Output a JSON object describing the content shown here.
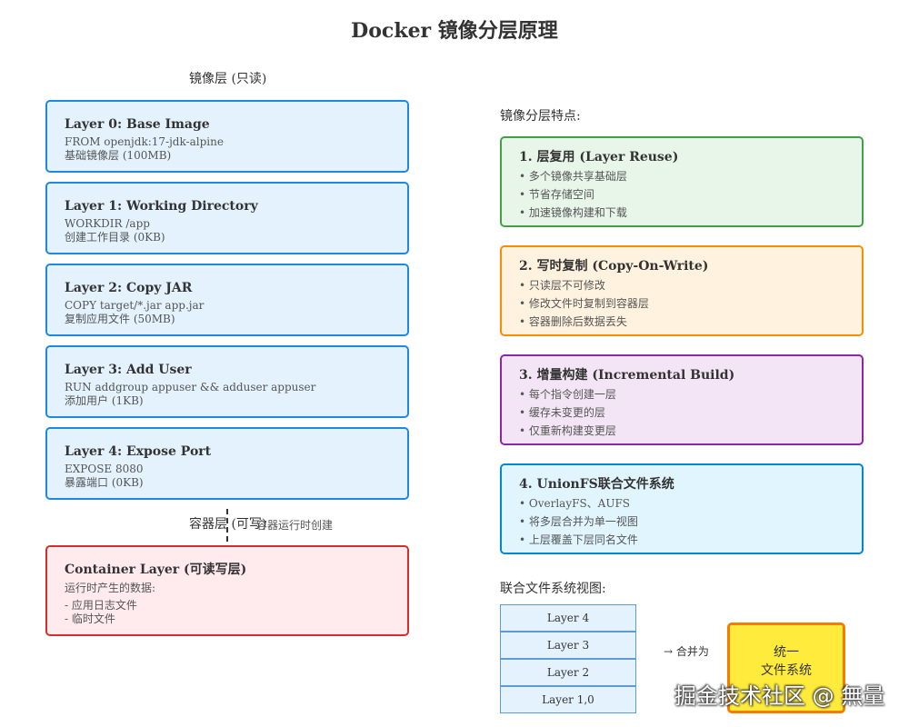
{
  "title": "Docker 镜像分层原理",
  "image_layers_label": "镜像层 (只读)",
  "layers": [
    {
      "title": "Layer 0: Base Image",
      "command": "FROM openjdk:17-jdk-alpine",
      "desc": "基础镜像层 (100MB)"
    },
    {
      "title": "Layer 1: Working Directory",
      "command": "WORKDIR /app",
      "desc": "创建工作目录 (0KB)"
    },
    {
      "title": "Layer 2: Copy JAR",
      "command": "COPY target/*.jar app.jar",
      "desc": "复制应用文件 (50MB)"
    },
    {
      "title": "Layer 3: Add User",
      "command": "RUN addgroup appuser && adduser appuser",
      "desc": "添加用户 (1KB)"
    },
    {
      "title": "Layer 4: Expose Port",
      "command": "EXPOSE 8080",
      "desc": "暴露端口 (0KB)"
    }
  ],
  "container_layer_label": "容器层 (可写)",
  "runtime_note": "容器运行时创建",
  "container_layer": {
    "title": "Container Layer (可读写层)",
    "lines": [
      "运行时产生的数据:",
      "- 应用日志文件",
      "- 临时文件"
    ]
  },
  "features_label": "镜像分层特点:",
  "features": [
    {
      "title": "1. 层复用 (Layer Reuse)",
      "bullets": [
        "• 多个镜像共享基础层",
        "• 节省存储空间",
        "• 加速镜像构建和下载"
      ],
      "bg": "#e8f5e9",
      "border": "#43a047"
    },
    {
      "title": "2. 写时复制 (Copy-On-Write)",
      "bullets": [
        "• 只读层不可修改",
        "• 修改文件时复制到容器层",
        "• 容器删除后数据丢失"
      ],
      "bg": "#fff3e0",
      "border": "#fb8c00"
    },
    {
      "title": "3. 增量构建 (Incremental Build)",
      "bullets": [
        "• 每个指令创建一层",
        "• 缓存未变更的层",
        "• 仅重新构建变更层"
      ],
      "bg": "#f3e5f5",
      "border": "#8e24aa"
    },
    {
      "title": "4. UnionFS联合文件系统",
      "bullets": [
        "• OverlayFS、AUFS",
        "• 将多层合并为单一视图",
        "• 上层覆盖下层同名文件"
      ],
      "bg": "#e1f5fe",
      "border": "#0288d1"
    }
  ],
  "unionfs_label": "联合文件系统视图:",
  "stack": [
    "Layer 4",
    "Layer 3",
    "Layer 2",
    "Layer 1,0"
  ],
  "merge_label": "→ 合并为",
  "unified": [
    "统一",
    "文件系统"
  ],
  "watermark": "掘金技术社区 @ 無量"
}
